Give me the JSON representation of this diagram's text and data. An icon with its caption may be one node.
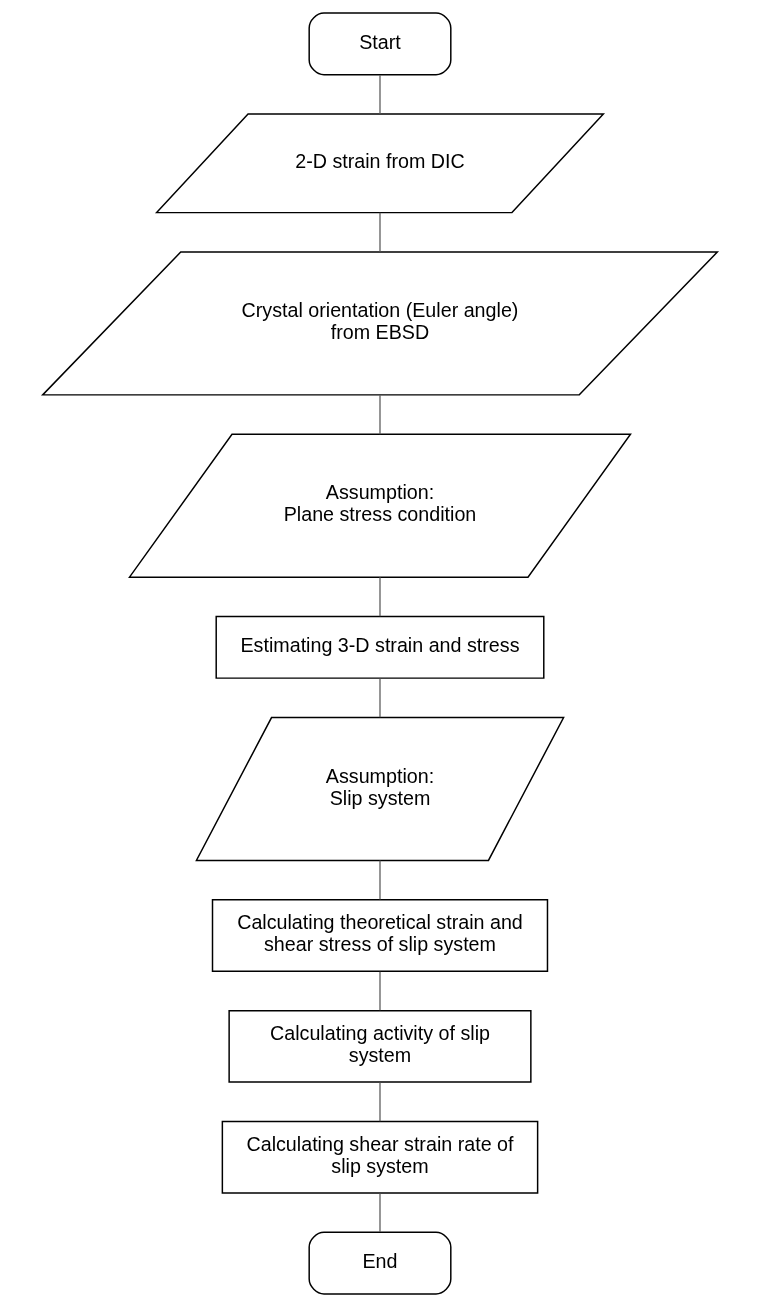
{
  "diagram": {
    "nodes": [
      {
        "text": [
          "Start"
        ]
      },
      {
        "text": [
          "2-D strain from DIC"
        ]
      },
      {
        "text": [
          "Crystal orientation (Euler angle) from EBSD"
        ]
      },
      {
        "text": [
          "Assumption: Plane stress condition"
        ]
      },
      {
        "text": [
          "Estimating 3-D strain and stress"
        ]
      },
      {
        "text": [
          "Assumption: Slip system"
        ]
      },
      {
        "text": [
          "Calculating theoretical strain and shear stress of slip system"
        ]
      },
      {
        "text": [
          "Calculating activity of slip system"
        ]
      },
      {
        "text": [
          "Calculating shear strain rate of slip system"
        ]
      },
      {
        "text": [
          "End"
        ]
      }
    ],
    "edges": [
      {
        "from": 0,
        "to": 1,
        "arrow": "none"
      },
      {
        "from": 1,
        "to": 2,
        "arrow": "none"
      },
      {
        "from": 2,
        "to": 3,
        "arrow": "none"
      },
      {
        "from": 3,
        "to": 4,
        "arrow": "none"
      },
      {
        "from": 4,
        "to": 5,
        "arrow": "none"
      },
      {
        "from": 5,
        "to": 6,
        "arrow": "none"
      },
      {
        "from": 6,
        "to": 7,
        "arrow": "none"
      },
      {
        "from": 7,
        "to": 8,
        "arrow": "none"
      },
      {
        "from": 8,
        "to": 9,
        "arrow": "none"
      }
    ]
  }
}
